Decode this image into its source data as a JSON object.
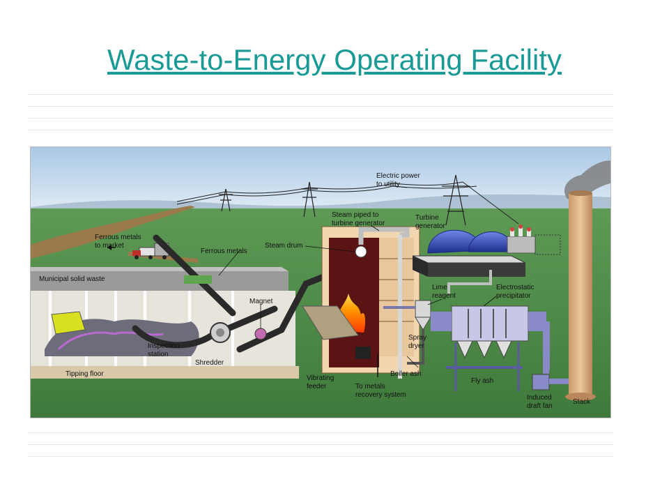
{
  "slide": {
    "title": "Waste-to-Energy Operating Facility",
    "title_color": "#1a9a96"
  },
  "diagram": {
    "labels": {
      "electric_power": [
        "Electric power",
        "to utility"
      ],
      "steam_piped": [
        "Steam piped to",
        "turbine generator"
      ],
      "turbine_generator": [
        "Turbine",
        "generator"
      ],
      "ferrous_to_market": [
        "Ferrous metals",
        "to market"
      ],
      "ferrous_metals": "Ferrous metals",
      "steam_drum": "Steam drum",
      "municipal_solid_waste": "Municipal solid waste",
      "lime_reagent": [
        "Lime",
        "reagent"
      ],
      "electrostatic_precipitator": [
        "Electrostatic",
        "precipitator"
      ],
      "magnet": "Magnet",
      "inspection_station": [
        "Inspection",
        "station"
      ],
      "spray_dryer": [
        "Spray",
        "dryer"
      ],
      "shredder": "Shredder",
      "boiler_ash": "Boiler ash",
      "tipping_floor": "Tipping floor",
      "vibrating_feeder": [
        "Vibrating",
        "feeder"
      ],
      "to_metals_recovery": [
        "To metals",
        "recovery system"
      ],
      "fly_ash": "Fly ash",
      "induced_draft_fan": [
        "Induced",
        "draft fan"
      ],
      "stack": "Stack"
    },
    "colors": {
      "sky": "#c9def0",
      "ground": "#4f8f4a",
      "stack": "#e0b98e",
      "boiler_shell": "#f1d6b0",
      "boiler_interior": "#5a1414",
      "turbine": "#2d46b8",
      "precipitator": "#8a8ac8",
      "pipe": "#d8d8d8"
    }
  }
}
